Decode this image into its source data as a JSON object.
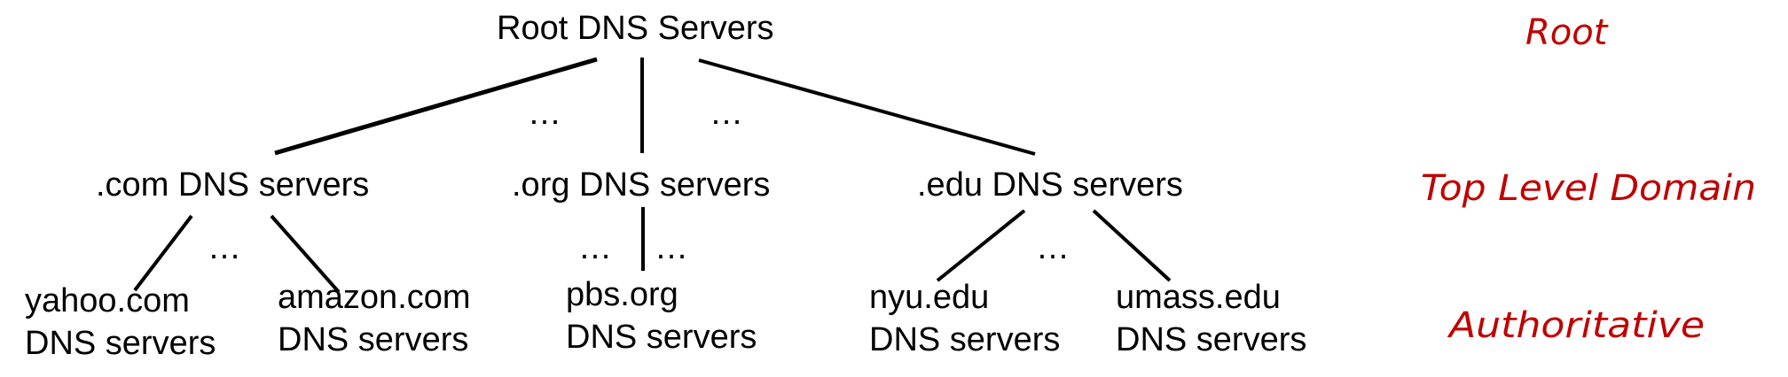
{
  "diagram": {
    "title": "DNS hierarchy",
    "accent_color": "#c00000",
    "root": {
      "label": "Root DNS Servers"
    },
    "tld": [
      {
        "label": ".com DNS servers"
      },
      {
        "label": ".org DNS servers"
      },
      {
        "label": ".edu DNS servers"
      }
    ],
    "authoritative": [
      {
        "line1": "yahoo.com",
        "line2": "DNS servers",
        "parent": ".com"
      },
      {
        "line1": "amazon.com",
        "line2": "DNS servers",
        "parent": ".com"
      },
      {
        "line1": "pbs.org",
        "line2": "DNS servers",
        "parent": ".org"
      },
      {
        "line1": "nyu.edu",
        "line2": "DNS servers",
        "parent": ".edu"
      },
      {
        "line1": "umass.edu",
        "line2": "DNS servers",
        "parent": ".edu"
      }
    ],
    "ellipsis": "…",
    "levels": [
      {
        "label": "Root"
      },
      {
        "label": "Top Level Domain"
      },
      {
        "label": "Authoritative"
      }
    ]
  }
}
